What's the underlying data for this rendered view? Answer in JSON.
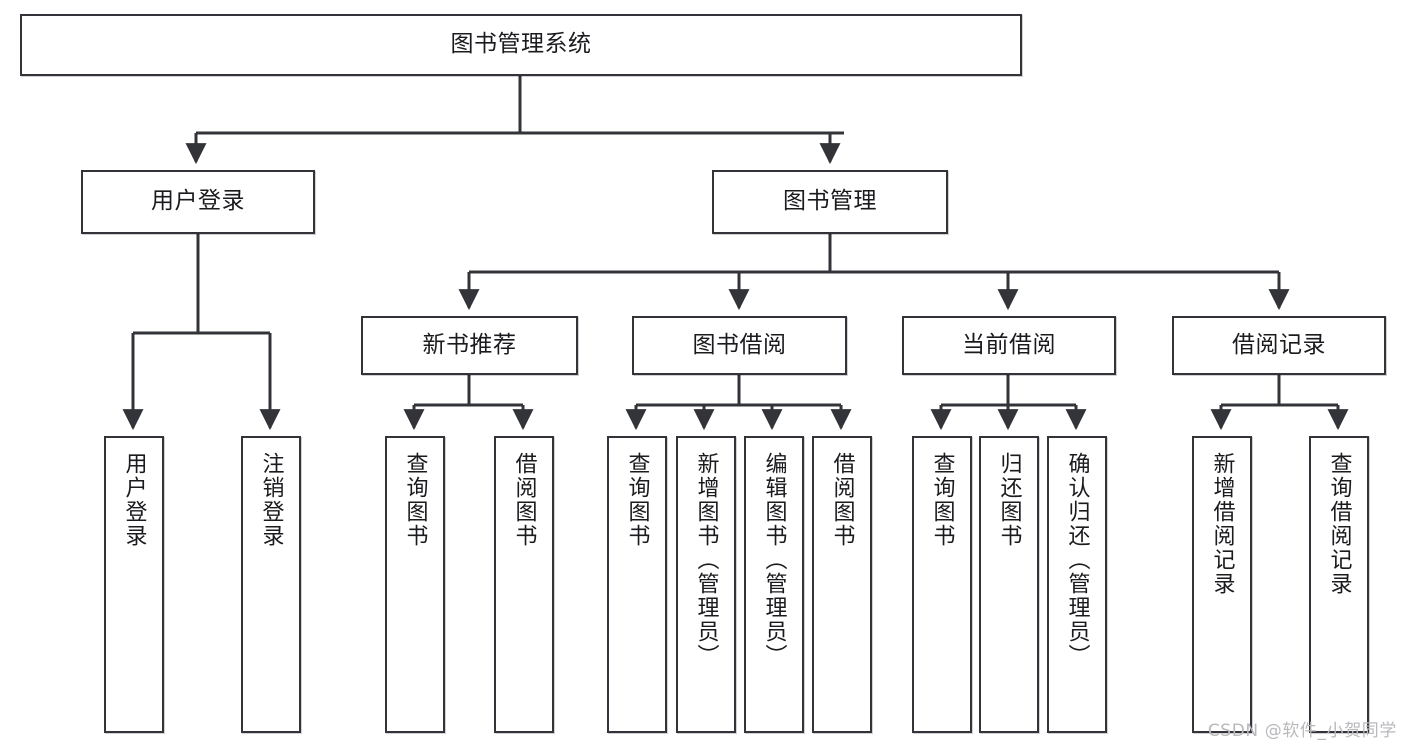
{
  "diagram": {
    "title": "图书管理系统",
    "type": "functional-decomposition-tree",
    "colors": {
      "box_border": "#33343a",
      "box_fill": "#ffffff",
      "connector": "#33343a",
      "text": "#1b1b1f",
      "watermark": "#b9b9bd"
    },
    "nodes": {
      "root": {
        "label": "图书管理系统"
      },
      "level1": [
        {
          "label": "用户登录"
        },
        {
          "label": "图书管理"
        }
      ],
      "level2": [
        {
          "label": "新书推荐"
        },
        {
          "label": "图书借阅"
        },
        {
          "label": "当前借阅"
        },
        {
          "label": "借阅记录"
        }
      ],
      "leaves": {
        "user_login": [
          {
            "label": "用户登录"
          },
          {
            "label": "注销登录"
          }
        ],
        "new_book_recommend": [
          {
            "label": "查询图书"
          },
          {
            "label": "借阅图书"
          }
        ],
        "book_borrow": [
          {
            "label": "查询图书"
          },
          {
            "label": "新增图书（管理员）"
          },
          {
            "label": "编辑图书（管理员）"
          },
          {
            "label": "借阅图书"
          }
        ],
        "current_borrow": [
          {
            "label": "查询图书"
          },
          {
            "label": "归还图书"
          },
          {
            "label": "确认归还（管理员）"
          }
        ],
        "borrow_record": [
          {
            "label": "新增借阅记录"
          },
          {
            "label": "查询借阅记录"
          }
        ]
      }
    }
  },
  "watermark": {
    "text": "CSDN @软件_小贺同学"
  }
}
